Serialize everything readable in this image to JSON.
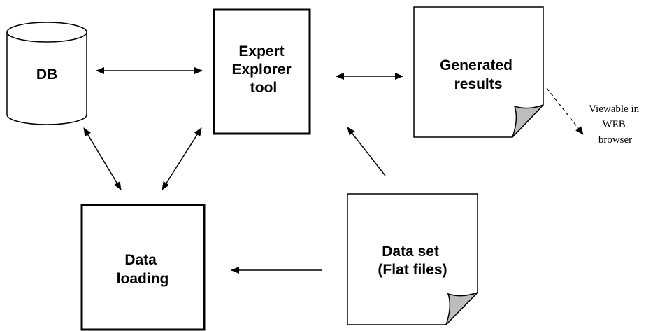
{
  "diagram": {
    "nodes": {
      "db": {
        "label": "DB"
      },
      "explorer": {
        "label_lines": [
          "Expert",
          "Explorer",
          "tool"
        ]
      },
      "results": {
        "label_lines": [
          "Generated",
          "results"
        ]
      },
      "loading": {
        "label_lines": [
          "Data",
          "loading"
        ]
      },
      "dataset": {
        "label_lines": [
          "Data set",
          "(Flat files)"
        ]
      }
    },
    "note": {
      "label_lines": [
        "Viewable in",
        "WEB",
        "browser"
      ]
    }
  }
}
